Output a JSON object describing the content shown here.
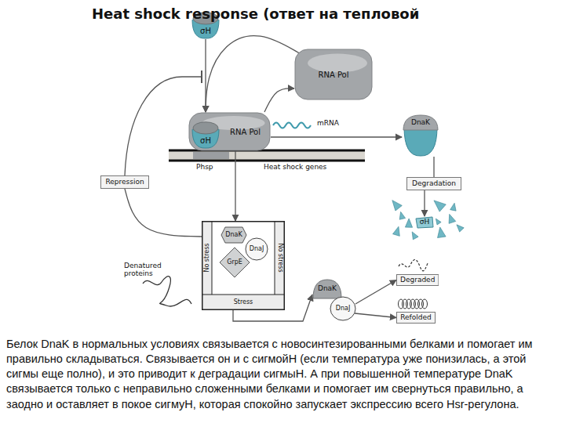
{
  "diagram": {
    "title": "Heat shock response (ответ на тепловой",
    "caption": "Белок DnaK в нормальных условиях связывается с новосинтезированными белками и помогает им правильно складываться. Связывается он и с сигмойH (если температура уже понизилась, а этой сигмы еще полно), и это приводит к деградации сигмыH. А при повышенной температуре DnaK связывается только с неправильно сложенными белками и помогает им свернуться правильно, а заодно и оставляет в покое сигмуH, которая спокойно запускает экспрессию всего Hsr-регулона.",
    "nodes": [
      {
        "text": [
          "σH"
        ]
      },
      {
        "text": [
          "RNA Pol"
        ]
      },
      {
        "text": [
          "RNA Pol"
        ]
      },
      {
        "text": [
          "σH"
        ],
        "in": 2
      },
      {
        "text": [
          "DnaK"
        ]
      },
      {
        "text": [
          "Repression"
        ]
      },
      {
        "text": [
          "Degradation"
        ]
      },
      {
        "text": [
          "σH"
        ]
      },
      {
        "text": [
          "No stress",
          "No stress",
          "Stress"
        ]
      },
      {
        "text": [
          "DnaK"
        ],
        "in": 8
      },
      {
        "text": [
          "DnaJ"
        ],
        "in": 8
      },
      {
        "text": [
          "GrpE"
        ],
        "in": 8
      },
      {
        "text": [
          "DnaK"
        ]
      },
      {
        "text": [
          "DnaJ"
        ]
      },
      {
        "text": [
          "Degraded"
        ]
      },
      {
        "text": [
          "Refolded"
        ]
      }
    ],
    "edges": [
      {
        "from": 0,
        "to": 2,
        "arrow": "to"
      },
      {
        "from": 1,
        "to": 2,
        "arrow": "to"
      },
      {
        "from": 2,
        "to": 1,
        "arrow": "to"
      },
      {
        "from": 2,
        "to": 4,
        "arrow": "to"
      },
      {
        "from": 4,
        "to": 6,
        "arrow": "none"
      },
      {
        "from": 6,
        "to": 7,
        "arrow": "to"
      },
      {
        "from": 2,
        "to": 8,
        "arrow": "to"
      },
      {
        "from": 8,
        "to": 5,
        "arrow": "none"
      },
      {
        "from": 8,
        "to": 12,
        "arrow": "to"
      },
      {
        "from": 13,
        "to": 14,
        "arrow": "to"
      },
      {
        "from": 13,
        "to": 15,
        "arrow": "to"
      }
    ],
    "labels": [
      "Phsp",
      "mRNA",
      "Heat shock genes",
      "Denatured proteins"
    ]
  }
}
